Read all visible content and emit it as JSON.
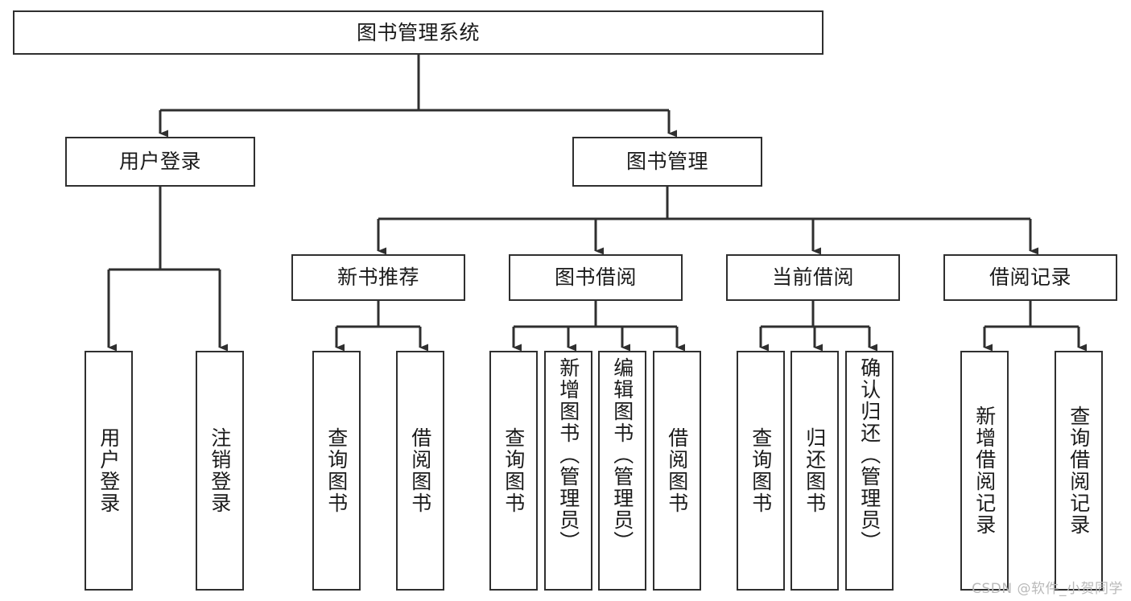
{
  "diagram": {
    "type": "tree-hierarchy",
    "title": "图书管理系统",
    "root": {
      "label": "图书管理系统"
    },
    "level2": [
      {
        "label": "用户登录"
      },
      {
        "label": "图书管理"
      }
    ],
    "level3": [
      {
        "label": "新书推荐"
      },
      {
        "label": "图书借阅"
      },
      {
        "label": "当前借阅"
      },
      {
        "label": "借阅记录"
      }
    ],
    "leaves": {
      "user_login": [
        {
          "label": "用户登录"
        },
        {
          "label": "注销登录"
        }
      ],
      "new_book_recommend": [
        {
          "label": "查询图书"
        },
        {
          "label": "借阅图书"
        }
      ],
      "book_borrow": [
        {
          "label": "查询图书"
        },
        {
          "label": "新增图书（管理员）"
        },
        {
          "label": "编辑图书（管理员）"
        },
        {
          "label": "借阅图书"
        }
      ],
      "current_borrow": [
        {
          "label": "查询图书"
        },
        {
          "label": "归还图书"
        },
        {
          "label": "确认归还（管理员）"
        }
      ],
      "borrow_records": [
        {
          "label": "新增借阅记录"
        },
        {
          "label": "查询借阅记录"
        }
      ]
    }
  },
  "watermark": {
    "text": "CSDN @软件_小贺同学"
  },
  "colors": {
    "stroke": "#2f2f2f",
    "fill": "#ffffff",
    "text": "#1a1a1a",
    "watermark": "#b9b9b9"
  }
}
